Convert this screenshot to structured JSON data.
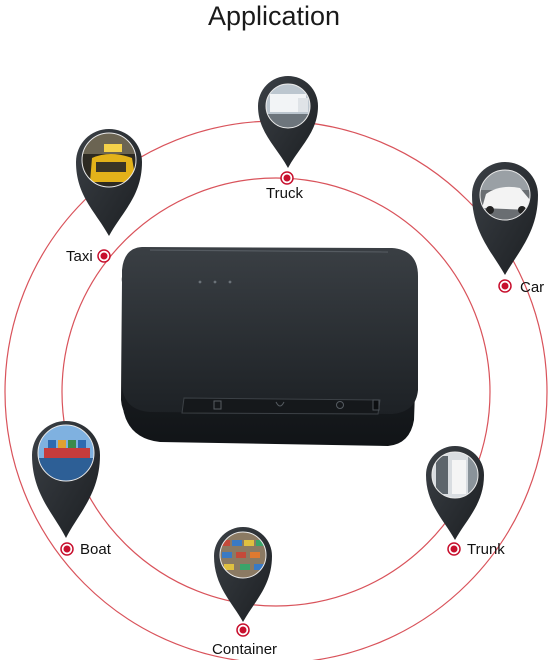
{
  "title": "Application",
  "labels": {
    "truck": "Truck",
    "taxi": "Taxi",
    "car": "Car",
    "boat": "Boat",
    "trunk": "Trunk",
    "container": "Container"
  },
  "colors": {
    "ring": "#d9535b",
    "dot": "#c8102e",
    "pin": "#2b2f33",
    "device": "#1f2327"
  }
}
